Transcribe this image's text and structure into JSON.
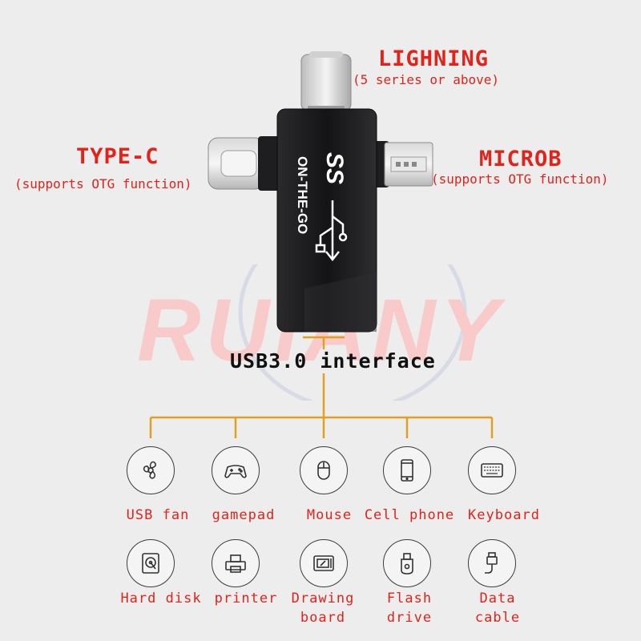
{
  "watermark": {
    "text": "RUIANY",
    "color": "#f8c8c8"
  },
  "lightning": {
    "title": "LIGHNING",
    "subtitle": "(5 series or above)"
  },
  "type_c": {
    "title": "TYPE-C",
    "subtitle": "(supports OTG function)"
  },
  "micro": {
    "title": "MICROB",
    "subtitle": "(supports OTG function)"
  },
  "adapter": {
    "logo": "SS",
    "body_text": "ON-THE-GO"
  },
  "interface_label": "USB3.0 interface",
  "colors": {
    "accent": "#e2231a",
    "branch_line": "#e0a020",
    "adapter_body": "#1c1c1e"
  },
  "devices": [
    {
      "icon": "fan-icon",
      "label": "USB fan"
    },
    {
      "icon": "gamepad-icon",
      "label": "gamepad"
    },
    {
      "icon": "mouse-icon",
      "label": "Mouse"
    },
    {
      "icon": "cell-phone-icon",
      "label": "Cell phone"
    },
    {
      "icon": "keyboard-icon",
      "label": "Keyboard"
    },
    {
      "icon": "hard-disk-icon",
      "label": "Hard disk"
    },
    {
      "icon": "printer-icon",
      "label": "printer"
    },
    {
      "icon": "drawing-board-icon",
      "label": [
        "Drawing",
        "board"
      ]
    },
    {
      "icon": "flash-drive-icon",
      "label": [
        "Flash",
        "drive"
      ]
    },
    {
      "icon": "data-cable-icon",
      "label": [
        "Data",
        "cable"
      ]
    }
  ]
}
